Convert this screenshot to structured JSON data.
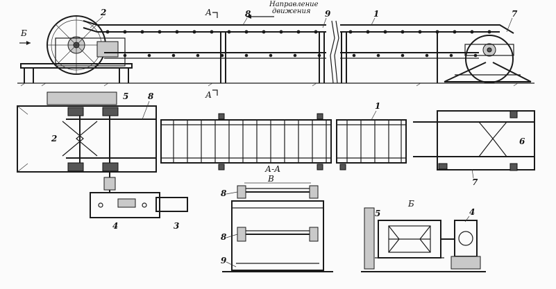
{
  "labels": {
    "motion_caption_line1": "Направление",
    "motion_caption_line2": "движения",
    "section_a_top": "А",
    "section_a_bottom": "А",
    "view_b_left": "Б",
    "section_title": "А-А",
    "dim_b": "В",
    "view_b_title": "Б"
  },
  "callouts": {
    "n1a": "1",
    "n2a": "2",
    "n7a": "7",
    "n8a": "8",
    "n9a": "9",
    "n5b": "5",
    "n8b": "8",
    "n2b": "2",
    "n1b": "1",
    "n6b": "6",
    "n7b": "7",
    "n4b": "4",
    "n3b": "3",
    "n8c": "8",
    "n8d": "8",
    "n9c": "9",
    "n5d": "5",
    "n4d": "4"
  },
  "colors": {
    "ink": "#1a1a1a",
    "paper": "#fbfbfb",
    "hatch": "#c9c9c9"
  }
}
